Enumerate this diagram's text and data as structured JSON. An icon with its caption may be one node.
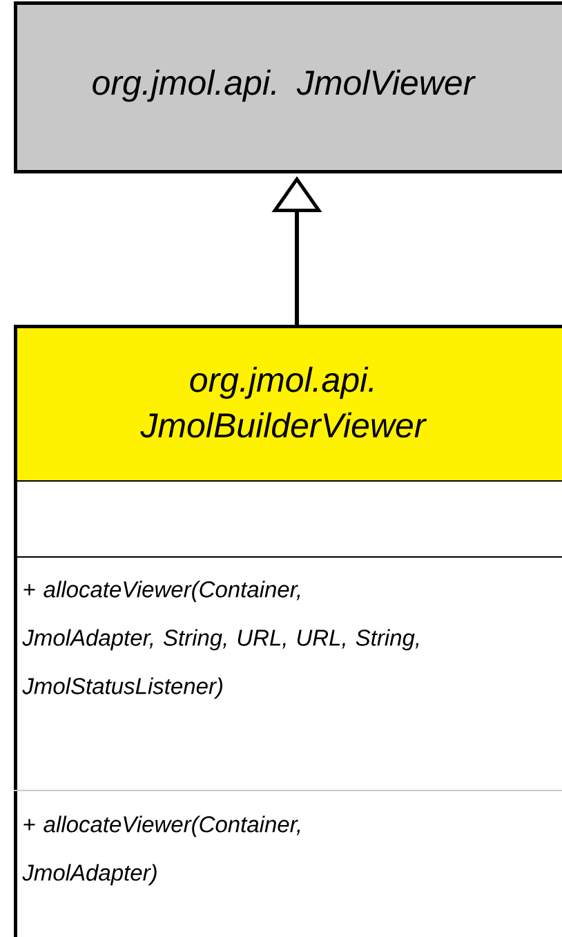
{
  "diagram": {
    "nodes": [
      {
        "text": [
          "org.jmol.api. JmolViewer"
        ]
      },
      {
        "text": [
          "org.jmol.api. JmolBuilderViewer",
          "+ allocateViewer(Container, JmolAdapter, String, URL, URL, String, JmolStatusListener)",
          "+ allocateViewer(Container, JmolAdapter)"
        ]
      }
    ],
    "edges": [
      {
        "from": 1,
        "to": 0,
        "arrow": "to"
      }
    ]
  }
}
